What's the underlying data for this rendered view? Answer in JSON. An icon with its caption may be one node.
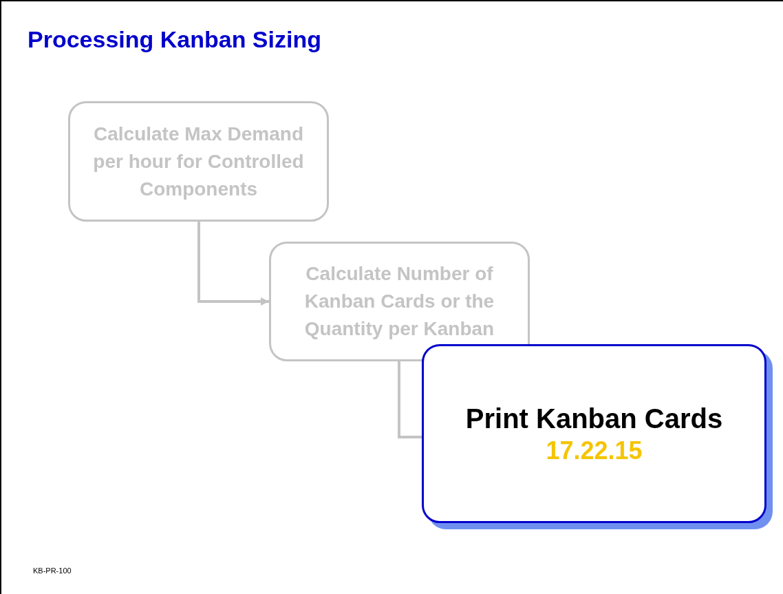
{
  "diagram": {
    "title": "Processing Kanban Sizing",
    "nodes": [
      {
        "text": [
          "Calculate Max Demand per hour for Controlled Components"
        ]
      },
      {
        "text": [
          "Calculate Number of Kanban Cards or the Quantity per Kanban"
        ]
      },
      {
        "text": [
          "Print Kanban Cards",
          "17.22.15"
        ]
      }
    ],
    "edges": [
      {
        "from": 0,
        "to": 1,
        "arrow": "to"
      },
      {
        "from": 1,
        "to": 2,
        "arrow": "none"
      }
    ],
    "labels": [
      "KB-PR-100"
    ]
  }
}
